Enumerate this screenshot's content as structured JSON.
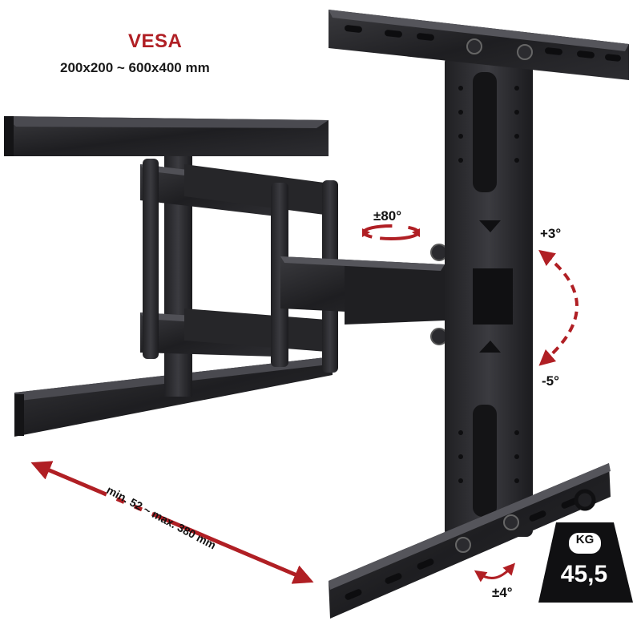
{
  "labels": {
    "vesa_title": "VESA",
    "vesa_spec": "200x200 ~ 600x400 mm",
    "rotation": "±80°",
    "tilt_up": "+3°",
    "tilt_down": "-5°",
    "level": "±4°",
    "extension": "min. 52 ~ max. 380 mm",
    "weight_unit": "KG",
    "weight_value": "45,5"
  },
  "colors": {
    "accent_red": "#b01f24",
    "metal_dark": "#1c1c1e",
    "metal_mid": "#2c2c2f",
    "background": "#ffffff"
  }
}
